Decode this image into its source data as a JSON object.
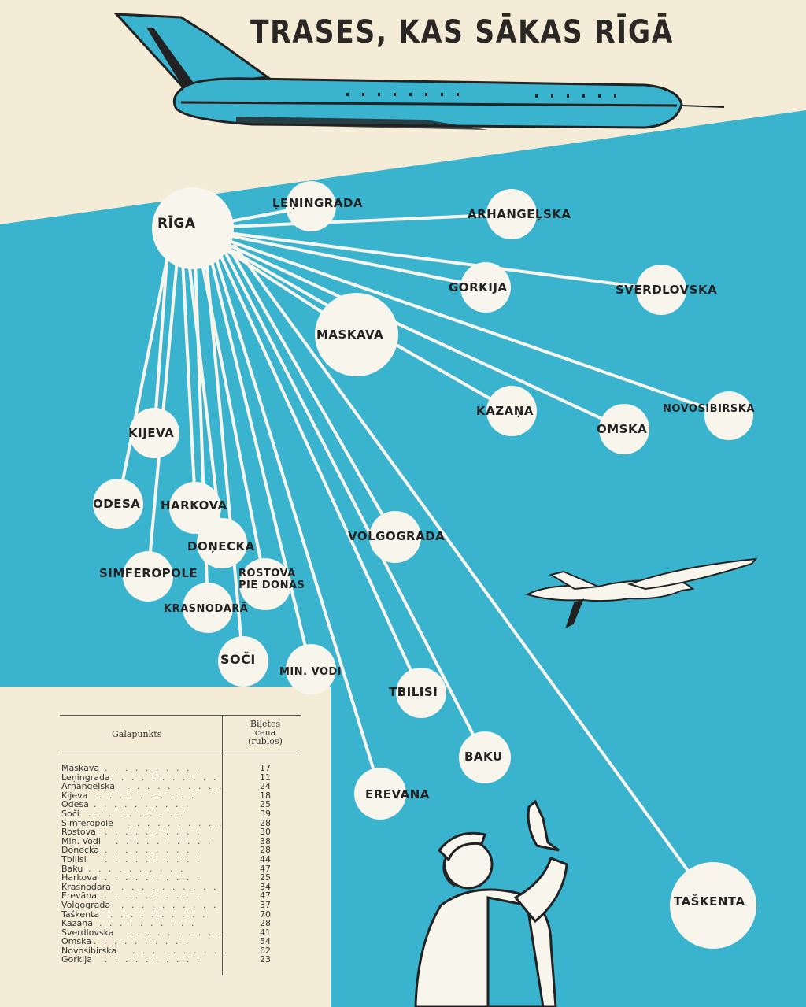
{
  "title": "TRASES, KAS SĀKAS RĪGĀ",
  "cities": {
    "riga": "RĪGA",
    "leningrada": "ĻEŅINGRADA",
    "arhangelska": "ARHANGEĻSKA",
    "gorkija": "GORKIJA",
    "sverdlovska": "SVERDLOVSKA",
    "maskava": "MASKAVA",
    "kazana": "KAZAŅA",
    "omska": "OMSKA",
    "novosibirska": "NOVOSIBIRSKA",
    "kijeva": "KIJEVA",
    "odesa": "ODESA",
    "harkova": "HARKOVA",
    "donecka": "DOŅECKA",
    "volgograda": "VOLGOGRADA",
    "simferopole": "SIMFEROPOLE",
    "rostova_1": "ROSTOVA",
    "rostova_2": "PIE DONAS",
    "krasnodara": "KRASNODARĀ",
    "soci": "SOČI",
    "minvodi": "MIN. VODI",
    "tbilisi": "TBILISI",
    "baku": "BAKU",
    "erevana": "EREVANA",
    "taskenta": "TAŠKENTA"
  },
  "table": {
    "col_destination": "Galapunkts",
    "col_price_1": "Biļetes",
    "col_price_2": "cena",
    "col_price_3": "(rubļos)",
    "dots": ". . . . . . . . . . . . . .",
    "rows": [
      {
        "name": "Maskava",
        "price": "17"
      },
      {
        "name": "Leņingrada",
        "price": "11"
      },
      {
        "name": "Arhangeļska",
        "price": "24"
      },
      {
        "name": "Kijeva",
        "price": "18"
      },
      {
        "name": "Odesa",
        "price": "25"
      },
      {
        "name": "Soči",
        "price": "39"
      },
      {
        "name": "Simferopole",
        "price": "28"
      },
      {
        "name": "Rostova",
        "price": "30"
      },
      {
        "name": "Min. Vodi",
        "price": "38"
      },
      {
        "name": "Donecka",
        "price": "28"
      },
      {
        "name": "Tbilisi",
        "price": "44"
      },
      {
        "name": "Baku",
        "price": "47"
      },
      {
        "name": "Harkova",
        "price": "25"
      },
      {
        "name": "Krasnodara",
        "price": "34"
      },
      {
        "name": "Erevāna",
        "price": "47"
      },
      {
        "name": "Volgograda",
        "price": "37"
      },
      {
        "name": "Taškenta",
        "price": "70"
      },
      {
        "name": "Kazaņa",
        "price": "28"
      },
      {
        "name": "Sverdlovska",
        "price": "41"
      },
      {
        "name": "Omska",
        "price": "54"
      },
      {
        "name": "Novosibirska",
        "price": "62"
      },
      {
        "name": "Gorkija",
        "price": "23"
      }
    ]
  },
  "colors": {
    "sky_blue": "#3ab3cf",
    "cream": "#f4ecd6",
    "ink": "#222222",
    "node_white": "#f8f5ec"
  }
}
